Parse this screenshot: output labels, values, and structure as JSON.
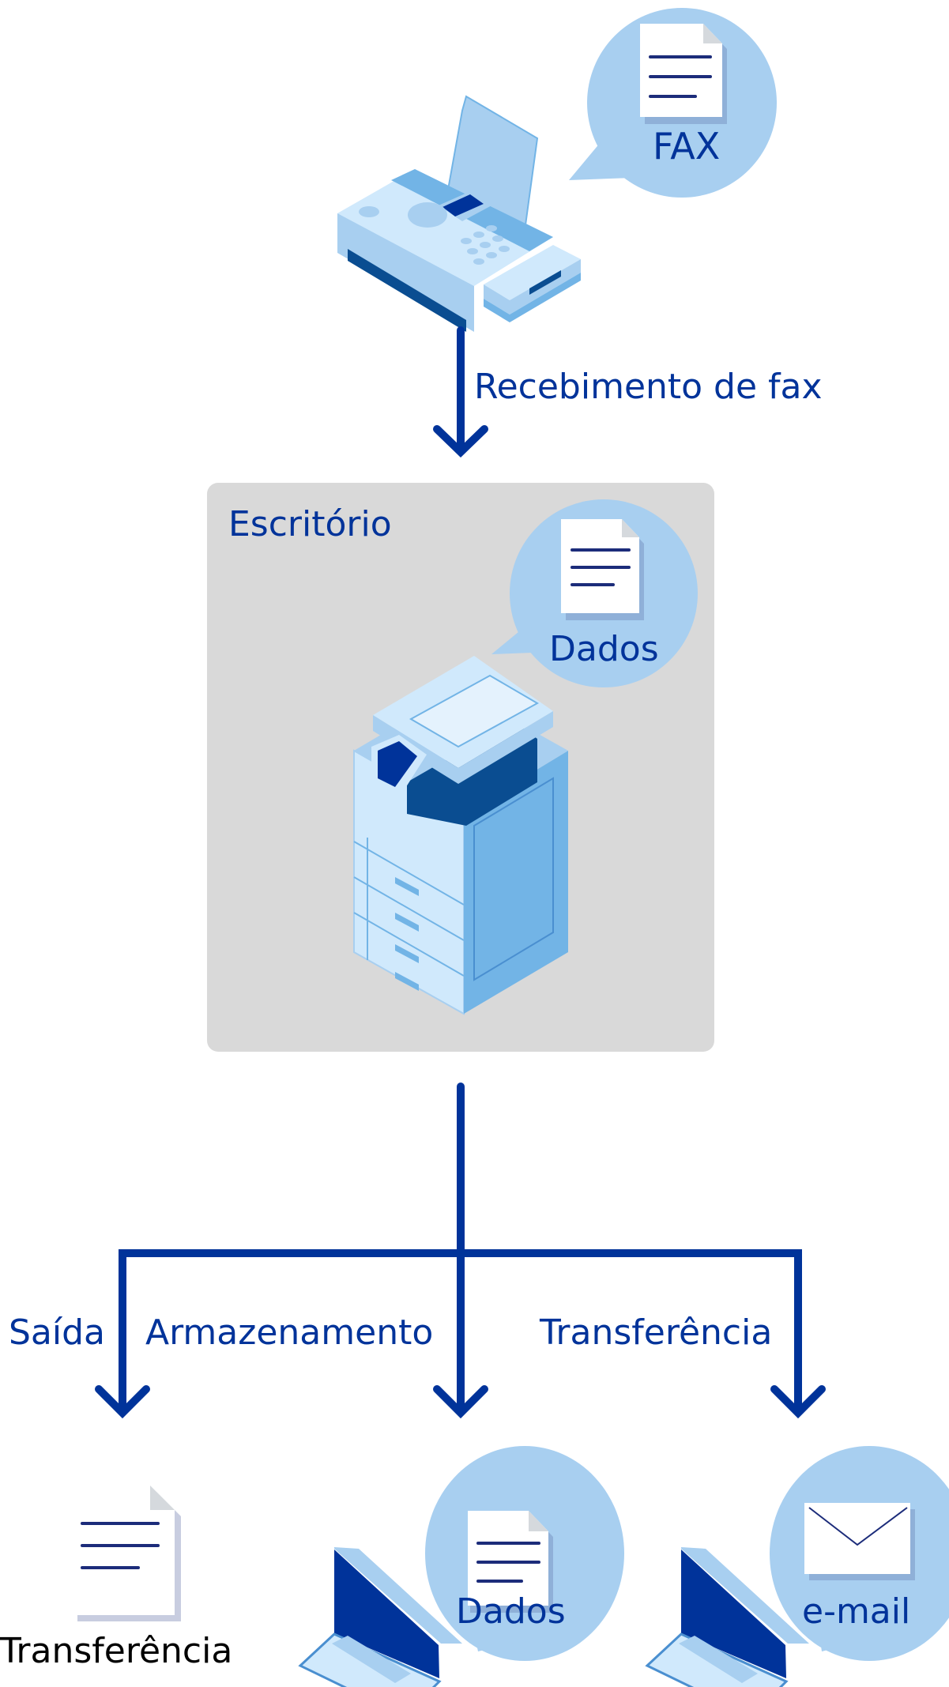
{
  "colors": {
    "accent": "#00339a",
    "bubble": "#a8cff0",
    "office_bg": "#d9d9d9"
  },
  "fax": {
    "bubble_label": "FAX"
  },
  "arrow_receive": {
    "label": "Recebimento de fax"
  },
  "office": {
    "title": "Escritório",
    "bubble_label": "Dados"
  },
  "branches": [
    {
      "label": "Saída",
      "result_label": "Transferência"
    },
    {
      "label": "Armazenamento",
      "result_label": "Dados"
    },
    {
      "label": "Transferência",
      "result_label": "e-mail"
    }
  ]
}
